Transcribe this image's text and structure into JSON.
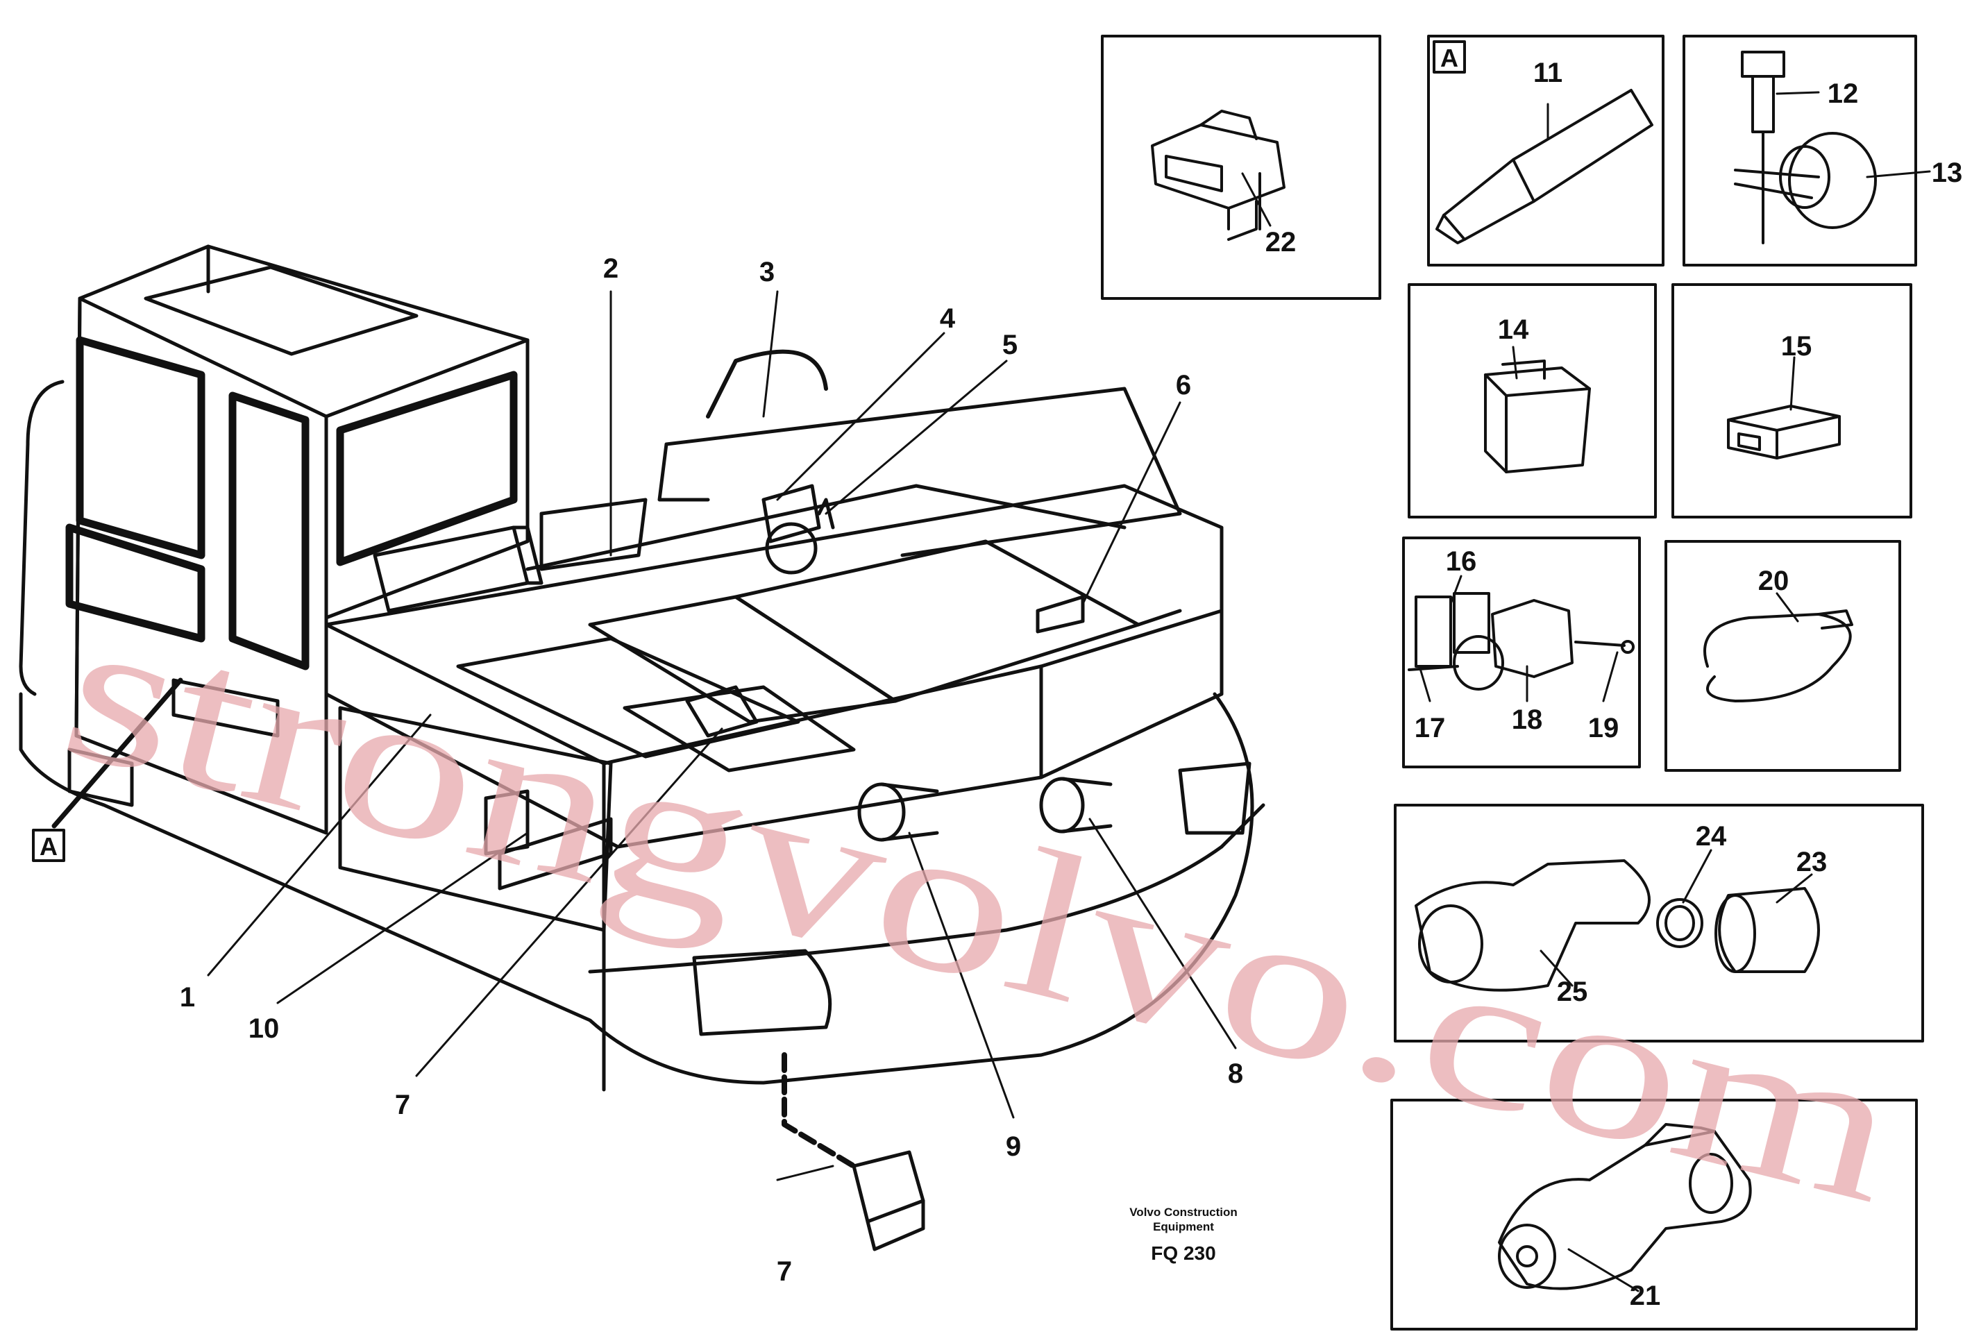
{
  "callouts": [
    "1",
    "2",
    "3",
    "4",
    "5",
    "6",
    "7",
    "8",
    "9",
    "10",
    "11",
    "12",
    "13",
    "14",
    "15",
    "16",
    "17",
    "18",
    "19",
    "20",
    "21",
    "22",
    "23",
    "24",
    "25"
  ],
  "view_marker": "A",
  "credit": {
    "line1": "Volvo Construction",
    "line2": "Equipment"
  },
  "figure_code": "FQ 230",
  "watermark": "strongvolvo.com",
  "colors": {
    "ink": "#111111",
    "watermark": "#e7a9ad",
    "background": "#ffffff"
  }
}
